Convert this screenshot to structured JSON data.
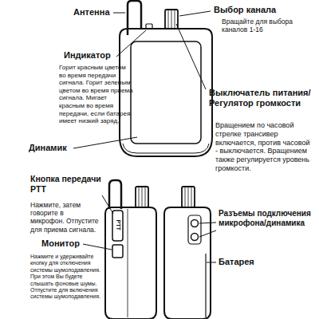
{
  "diagram": {
    "labels": [
      "Антенна",
      "Выбор канала",
      "Вращайте для выбора каналов 1-16",
      "Индикатор",
      "Горит красным цветом во время передачи сигнала. Горит зеленым цветом во время приема сигнала. Мигает красным во время передачи, если батарея имеет низкий заряд.",
      "Выключатель питания/Регулятор громкости",
      "Вращением по часовой стрелке трансивер включается, против часовой - выключается. Вращением также регулируется уровень громкости.",
      "Динамик",
      "Кнопка передачи PTT",
      "Нажмите, затем говорите в микрофон. Отпустите для приема сигнала.",
      "Монитор",
      "Нажмите и удерживайте кнопку для отключения системы шумоподавления. При этом Вы будете слышать фоновые шумы. Отпустите для включения системы шумоподавления.",
      "Разъемы подключения микрофона/динамика",
      "Батарея",
      "PTT"
    ]
  }
}
